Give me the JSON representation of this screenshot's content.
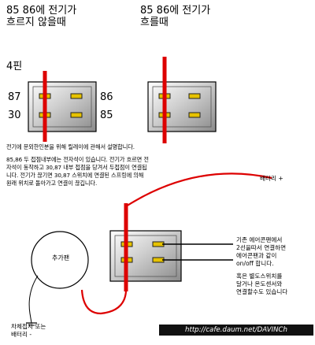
{
  "headings": {
    "left": "85 86에 전기가\n흐르지 않을때",
    "right": "85 86에 전기가\n흐를때",
    "pins": "4핀"
  },
  "pins": {
    "p87": "87",
    "p86": "86",
    "p30": "30",
    "p85": "85"
  },
  "explanation": {
    "line1": "전기에 문외한인분을 위해 릴레이에 관해서 설명합니다.",
    "para": "85,86 두 접점내부에는 전자석이 있습니다. 전기가 흐르면 전\n자석이 동작하고 30,87 내부 접점을 당겨서 두접점이 연결됩\n니다. 전기가 끊기면 30,87 스위치에 연결된 스프링에 의해\n원래 위치로 돌아가고 연결이 끊깁니다."
  },
  "labels": {
    "battery": "배터리 +",
    "fan": "추가팬",
    "ground": "차체접지 또는\n배터리 -",
    "aircon": "기존 에어콘팬에서\n2선을따서 연결하면\n에어콘팬과 같이\non/off 합니다.",
    "separate": "혹은 별도스위치를\n달거나 온도센서와\n연결할수도 있습니다"
  },
  "watermark": "http://cafe.daum.net/DAVINCh",
  "colors": {
    "wire_red": "#dd0000",
    "slot_gold": "#e6c200",
    "relay_body": "#b8b8b8"
  }
}
